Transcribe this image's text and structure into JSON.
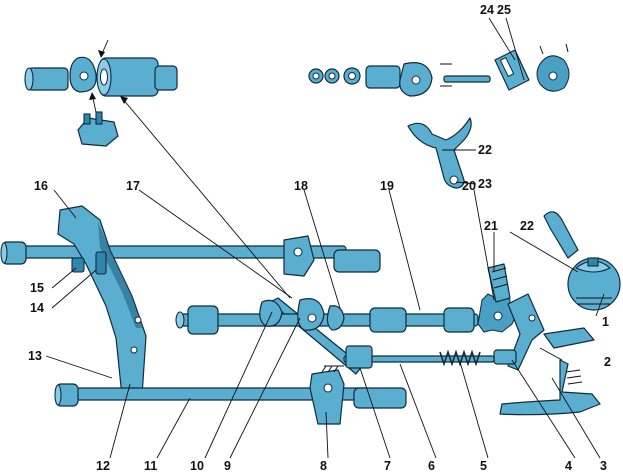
{
  "callouts": [
    {
      "id": "c1",
      "text": "1"
    },
    {
      "id": "c2",
      "text": "2"
    },
    {
      "id": "c3",
      "text": "3"
    },
    {
      "id": "c4",
      "text": "4"
    },
    {
      "id": "c5",
      "text": "5"
    },
    {
      "id": "c6",
      "text": "6"
    },
    {
      "id": "c7",
      "text": "7"
    },
    {
      "id": "c8",
      "text": "8"
    },
    {
      "id": "c9",
      "text": "9"
    },
    {
      "id": "c10",
      "text": "10"
    },
    {
      "id": "c11",
      "text": "11"
    },
    {
      "id": "c12",
      "text": "12"
    },
    {
      "id": "c13",
      "text": "13"
    },
    {
      "id": "c14",
      "text": "14"
    },
    {
      "id": "c15",
      "text": "15"
    },
    {
      "id": "c16",
      "text": "16"
    },
    {
      "id": "c17",
      "text": "17"
    },
    {
      "id": "c18",
      "text": "18"
    },
    {
      "id": "c19",
      "text": "19"
    },
    {
      "id": "c20",
      "text": "20"
    },
    {
      "id": "c21",
      "text": "21"
    },
    {
      "id": "c22a",
      "text": "22"
    },
    {
      "id": "c22b",
      "text": "22"
    },
    {
      "id": "c23",
      "text": "23"
    },
    {
      "id": "c24",
      "text": "24"
    },
    {
      "id": "c25",
      "text": "25"
    }
  ],
  "colors": {
    "part": "#5aaed0",
    "outline": "#0f2c3d",
    "label": "#111111"
  }
}
